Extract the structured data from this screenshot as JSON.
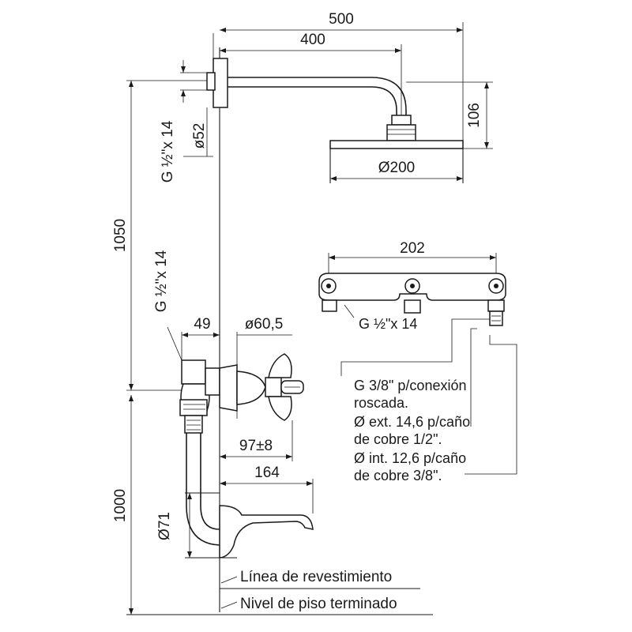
{
  "dimensions": {
    "d500": "500",
    "d400": "400",
    "d106": "106",
    "d200": "Ø200",
    "d52": "ø52",
    "thread_top": "G ½\"x 14",
    "d1050": "1050",
    "thread_mid": "G ½\"x 14",
    "d49": "49",
    "d605": "ø60,5",
    "d97": "97±8",
    "d164": "164",
    "d1000": "1000",
    "d71": "Ø71",
    "d202": "202",
    "thread_detail": "G ½\"x 14"
  },
  "note": {
    "line1": "G 3/8\" p/conexión",
    "line2": "roscada.",
    "line3": "Ø ext. 14,6 p/caño",
    "line4": "de cobre 1/2\".",
    "line5": "Ø int. 12,6 p/caño",
    "line6": "de cobre 3/8\"."
  },
  "labels": {
    "wall_line": "Línea de revestimiento",
    "floor_line": "Nivel de piso terminado"
  }
}
